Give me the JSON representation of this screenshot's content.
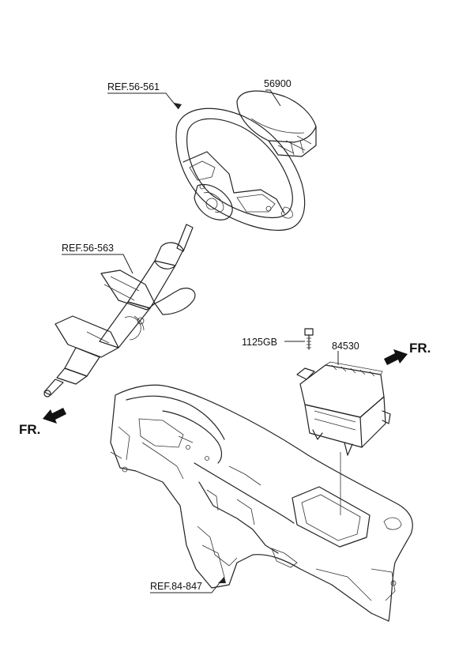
{
  "labels": {
    "ref_steering_wheel": "REF.56-561",
    "airbag_driver": "56900",
    "ref_steering_column": "REF.56-563",
    "bolt": "1125GB",
    "airbag_passenger": "84530",
    "ref_crash_pad": "REF.84-847"
  },
  "front_markers": {
    "left": "FR.",
    "right": "FR."
  }
}
